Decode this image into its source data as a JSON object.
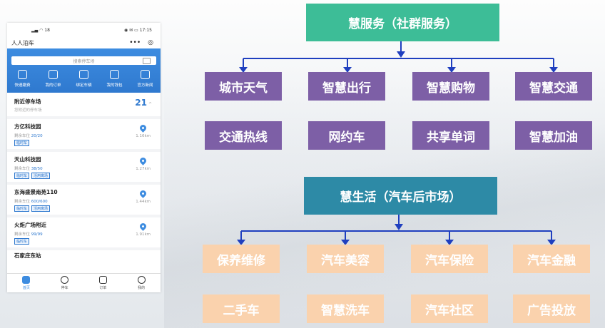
{
  "phone": {
    "status_left": "▂▄ ◠ 18 ",
    "status_right": "◉ ✉ ▭ 17:15",
    "app_title": "人人泊车",
    "menu_dots": "•••",
    "search_placeholder": "搜索停车场",
    "quick_actions": [
      "快速缴费",
      "我的订单",
      "绑定车辆",
      "我的钱包",
      "官方新闻"
    ],
    "nearby_title": "附近停车场",
    "nearby_subtitle": "您附近的停车场",
    "nearby_count": "21",
    "lots": [
      {
        "name": "方亿科技园",
        "spaces_label": "剩余车位",
        "spaces": "20/20",
        "tags": [
          "临时车"
        ],
        "distance": "1.16km"
      },
      {
        "name": "天山科技园",
        "spaces_label": "剩余车位",
        "spaces": "38/50",
        "tags": [
          "临时车",
          "活用离场"
        ],
        "distance": "1.27km"
      },
      {
        "name": "东海盛景南苑110",
        "spaces_label": "剩余车位",
        "spaces": "600/600",
        "tags": [
          "临时车",
          "活用离场"
        ],
        "distance": "1.44km"
      },
      {
        "name": "火炬广场附近",
        "spaces_label": "剩余车位",
        "spaces": "99/99",
        "tags": [
          "临时车"
        ],
        "distance": "1.91km"
      }
    ],
    "partial_lot": "石家庄东站",
    "tabs": [
      "首页",
      "停车",
      "订单",
      "我的"
    ]
  },
  "diagram": {
    "top_header": "慧服务（社群服务）",
    "top_nodes": [
      "城市天气",
      "智慧出行",
      "智慧购物",
      "智慧交通",
      "交通热线",
      "网约车",
      "共享单词",
      "智慧加油"
    ],
    "bottom_header": "慧生活（汽车后市场）",
    "bottom_nodes": [
      "保养维修",
      "汽车美容",
      "汽车保险",
      "汽车金融",
      "二手车",
      "智慧洗车",
      "汽车社区",
      "广告投放"
    ],
    "colors": {
      "top_header": "#3dbd97",
      "bottom_header": "#2d8aa6",
      "purple_node": "#7d5fa6",
      "orange_node": "#fad2ad",
      "connector": "#1f3fbf"
    }
  }
}
